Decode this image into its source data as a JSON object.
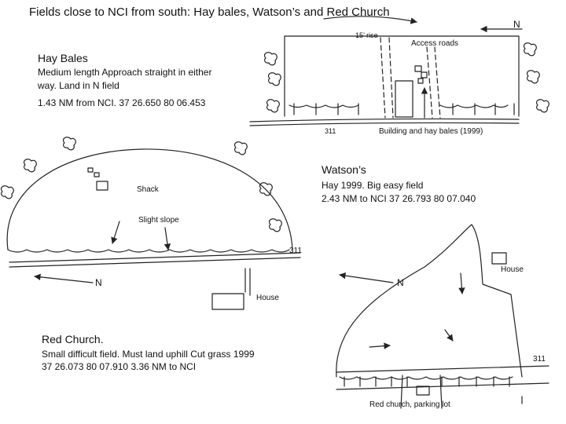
{
  "title": "Fields close to NCI from south: Hay bales, Watson’s and Red Church",
  "hay_bales": {
    "heading": "Hay Bales",
    "desc_line1": "Medium length Approach straight in either",
    "desc_line2": "way. Land in N field",
    "coords": "1.43 NM from NCI.   37 26.650  80 06.453",
    "rise_label": "15’ rise",
    "access_roads_label": "Access roads",
    "road_label": "311",
    "building_label": "Building and hay bales (1999)",
    "north_label": "N"
  },
  "watsons": {
    "heading": "Watson’s",
    "desc": "Hay 1999. Big easy field",
    "coords": "2.43 NM to NCI 37 26.793  80 07.040",
    "shack_label": "Shack",
    "slope_label": "Slight slope",
    "road_label": "311",
    "house_label": "House",
    "north_label": "N"
  },
  "red_church": {
    "heading": "Red Church.",
    "desc": "Small difficult field. Must land uphill Cut grass 1999",
    "coords": "37 26.073  80 07.910   3.36 NM to NCI",
    "house_label": "House",
    "road_label": "311",
    "parking_label": "Red church, parking lot",
    "north_label": "N"
  }
}
